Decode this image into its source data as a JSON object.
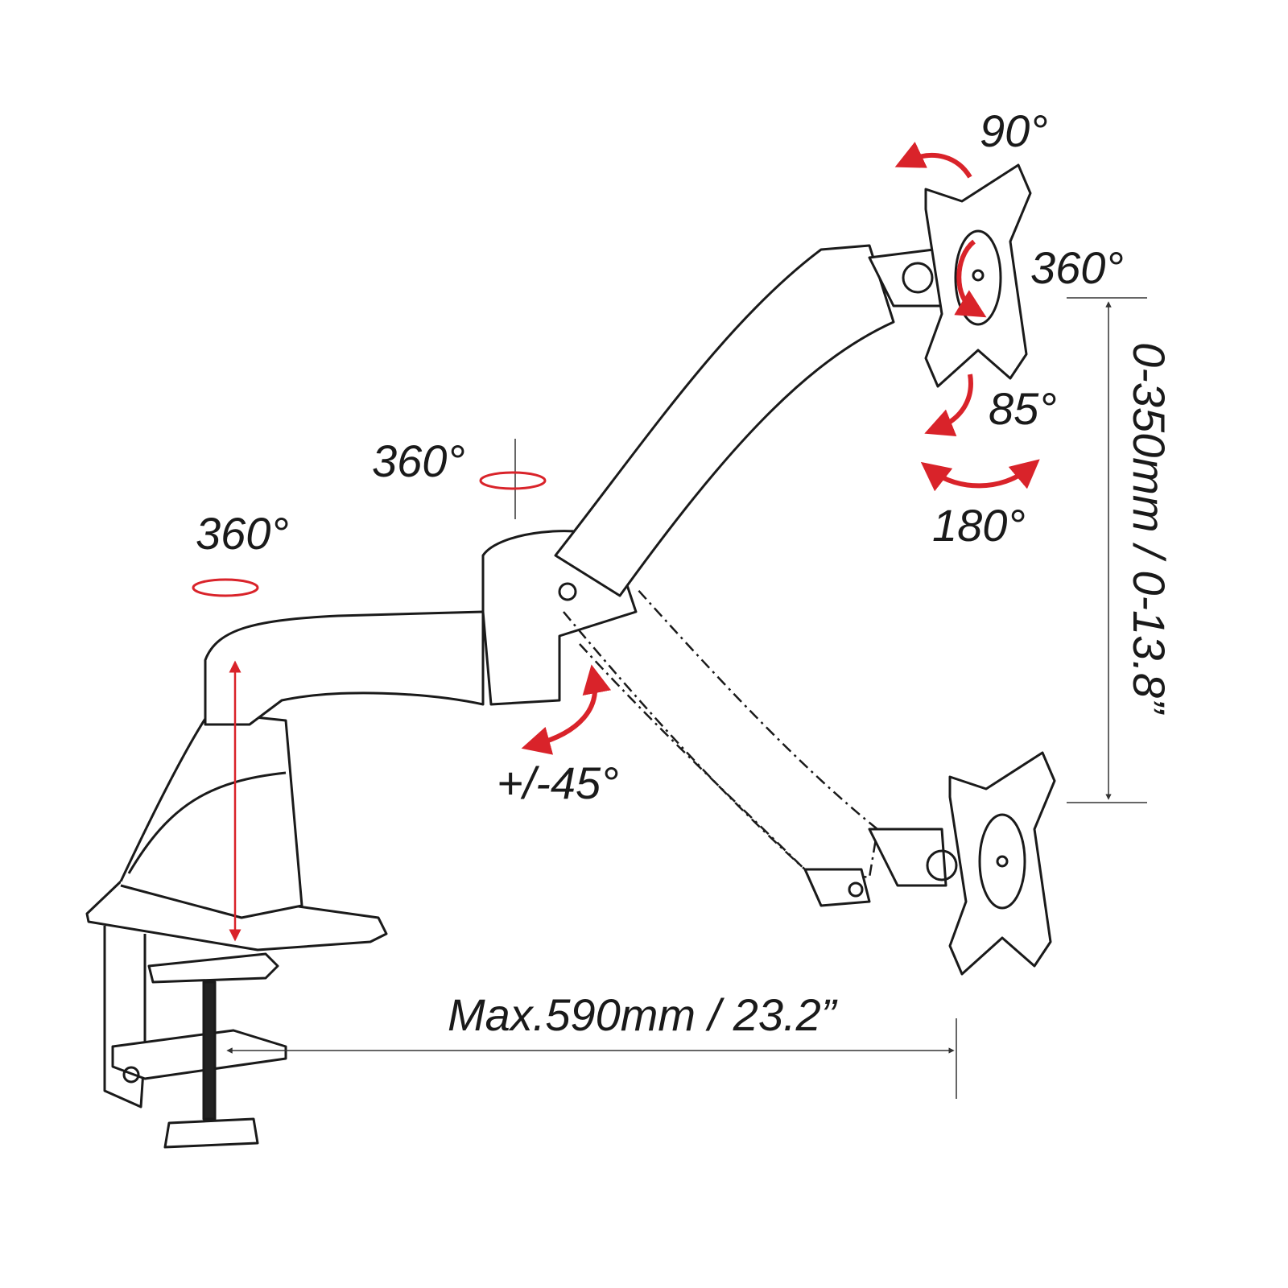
{
  "labels": {
    "tilt_top": "90°",
    "rotate_plate": "360°",
    "tilt_bottom": "85°",
    "swivel_head": "180°",
    "swivel_elbow": "360°",
    "swivel_base": "360°",
    "arm_tilt": "+/-45°",
    "height_range": "0-350mm / 0-13.8”",
    "max_reach": "Max.590mm / 23.2”"
  },
  "colors": {
    "accent": "#d9232a",
    "line": "#1a1a1a"
  }
}
